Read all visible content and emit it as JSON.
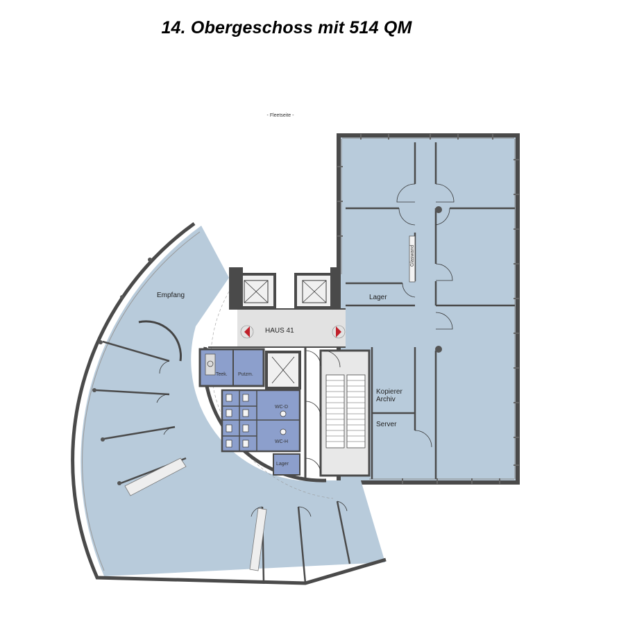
{
  "title": "14. Obergeschoss mit 514 QM",
  "orientation_label": "- Fleetseite -",
  "rooms": {
    "empfang": "Empfang",
    "haus": "HAUS 41",
    "lager_top": "Lager",
    "teek": "Teek.",
    "putzm": "Putzm.",
    "wc_d": "WC-D",
    "wc_h": "WC-H",
    "lager_bottom": "Lager",
    "kopierer": "Kopierer",
    "archiv": "Archiv",
    "server": "Server",
    "board": "Glaswand"
  },
  "colors": {
    "office": "#b8cbdb",
    "service": "#8c9fcc",
    "corridor": "#e2e2e2",
    "wall": "#4a4a4a",
    "arrow": "#c0202a"
  }
}
